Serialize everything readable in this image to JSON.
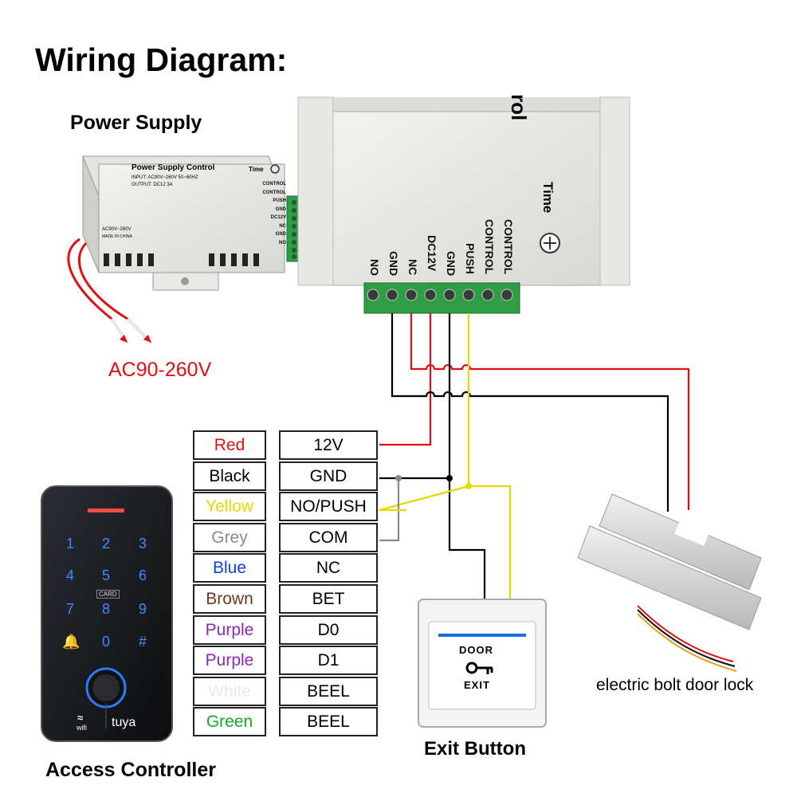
{
  "title": "Wiring Diagram:",
  "power_supply": {
    "label": "Power Supply",
    "face_title": "Power Supply Control",
    "input_text": "INPUT: AC90V~260V 50~60HZ",
    "output_text": "OUTPUT: DC12 3A",
    "ac_text": "AC90V~260V",
    "made_in": "MADE IN CHINA",
    "time_label": "Time",
    "terminals": [
      "CONTROL",
      "CONTROL",
      "PUSH",
      "GND",
      "DC12V",
      "NC",
      "GND",
      "NO"
    ],
    "ac_input_label": "AC90-260V"
  },
  "zoom_box": {
    "partial_title": "rol",
    "time_label": "Time",
    "terminals": [
      "NO",
      "GND",
      "NC",
      "DC12V",
      "GND",
      "PUSH",
      "CONTROL",
      "CONTROL"
    ]
  },
  "wire_table": {
    "rows": [
      {
        "color_name": "Red",
        "color": "#e01010",
        "signal": "12V"
      },
      {
        "color_name": "Black",
        "color": "#000000",
        "signal": "GND"
      },
      {
        "color_name": "Yellow",
        "color": "#e8d800",
        "signal": "NO/PUSH"
      },
      {
        "color_name": "Grey",
        "color": "#8a8a8a",
        "signal": "COM"
      },
      {
        "color_name": "Blue",
        "color": "#1040e0",
        "signal": "NC"
      },
      {
        "color_name": "Brown",
        "color": "#6b3a1a",
        "signal": "BET"
      },
      {
        "color_name": "Purple",
        "color": "#8a2bb0",
        "signal": "D0"
      },
      {
        "color_name": "Purple",
        "color": "#8a2bb0",
        "signal": "D1"
      },
      {
        "color_name": "White",
        "color": "#e8e8e8",
        "signal": "BEEL"
      },
      {
        "color_name": "Green",
        "color": "#10b020",
        "signal": "BEEL"
      }
    ]
  },
  "keypad": {
    "label": "Access Controller",
    "keys": [
      "1",
      "2",
      "3",
      "4",
      "5",
      "6",
      "7",
      "8",
      "9",
      "🔔",
      "0",
      "#"
    ],
    "card_text": "CARD",
    "wifi_text": "wifi",
    "brand": "tuya"
  },
  "exit_button": {
    "label": "Exit Button",
    "line1": "DOOR",
    "line2": "EXIT"
  },
  "door_lock": {
    "label": "electric bolt door lock"
  }
}
